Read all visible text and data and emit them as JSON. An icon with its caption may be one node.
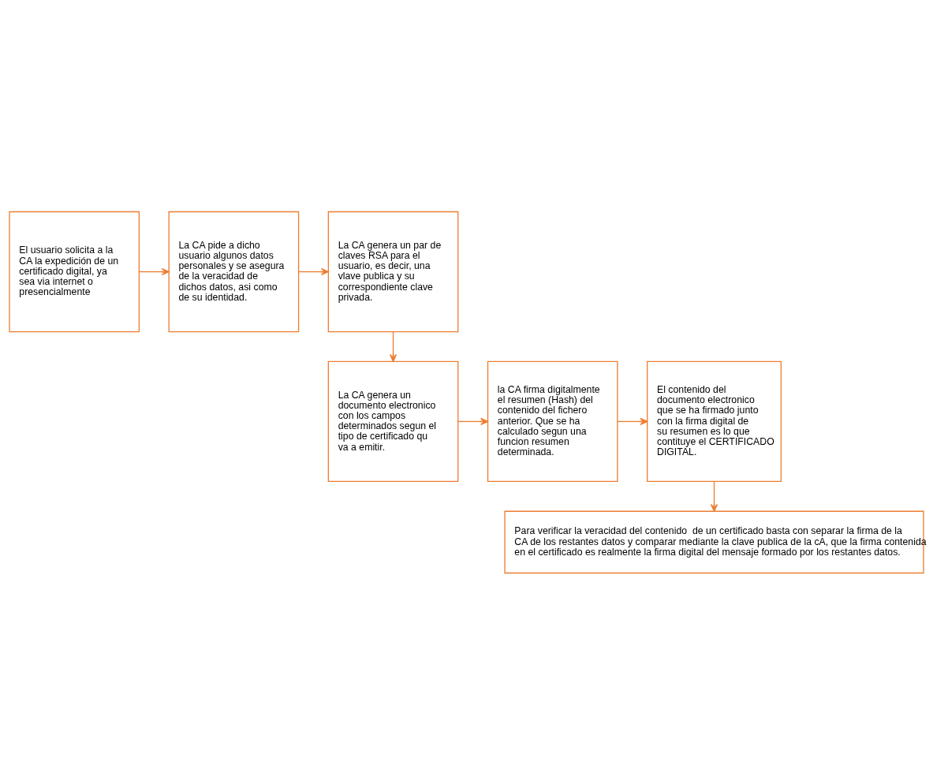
{
  "diagram": {
    "nodes": [
      {
        "text": [
          "El usuario solicita a la CA la expedición de un certificado digital, ya sea via internet o presencialmente"
        ]
      },
      {
        "text": [
          "La CA pide a dicho usuario algunos datos personales y se asegura de la veracidad de dichos datos, asi como de su identidad."
        ]
      },
      {
        "text": [
          "La CA genera un par de claves RSA para el usuario, es decir, una vlave publica y su correspondiente clave privada."
        ]
      },
      {
        "text": [
          "La CA genera un documento electronico con los campos determinados segun el tipo de certificado qu va a emitir."
        ]
      },
      {
        "text": [
          "la CA firma digitalmente el resumen (Hash) del contenido del fichero anterior. Que se ha calculado segun una funcion resumen determinada."
        ]
      },
      {
        "text": [
          "El contenido del documento electronico que se ha firmado junto con la firma digital de su resumen es lo que contituye el CERTIFICADO DIGITAL."
        ]
      },
      {
        "text": [
          "Para verificar la veracidad del contenido  de un certificado basta con separar la firma de la CA de los restantes datos y comparar mediante la clave publica de la cA, que la firma contenida en el certificado es realmente la firma digital del mensaje formado por los restantes datos."
        ]
      }
    ],
    "edges": [
      {
        "from": 0,
        "to": 1,
        "arrow": "to"
      },
      {
        "from": 1,
        "to": 2,
        "arrow": "to"
      },
      {
        "from": 2,
        "to": 3,
        "arrow": "to"
      },
      {
        "from": 3,
        "to": 4,
        "arrow": "to"
      },
      {
        "from": 4,
        "to": 5,
        "arrow": "to"
      },
      {
        "from": 5,
        "to": 6,
        "arrow": "to"
      }
    ]
  }
}
